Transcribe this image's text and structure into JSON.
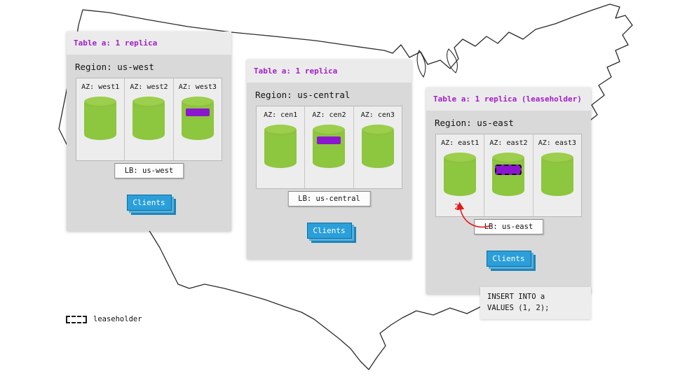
{
  "regions": [
    {
      "table_label": "Table a: 1 replica",
      "region_label": "Region: us-west",
      "azs": [
        {
          "label": "AZ: west1"
        },
        {
          "label": "AZ: west2"
        },
        {
          "label": "AZ: west3"
        }
      ],
      "lb_label": "LB: us-west",
      "clients_label": "Clients"
    },
    {
      "table_label": "Table a: 1 replica",
      "region_label": "Region: us-central",
      "azs": [
        {
          "label": "AZ: cen1"
        },
        {
          "label": "AZ: cen2"
        },
        {
          "label": "AZ: cen3"
        }
      ],
      "lb_label": "LB: us-central",
      "clients_label": "Clients"
    },
    {
      "table_label": "Table a: 1 replica (leaseholder)",
      "region_label": "Region: us-east",
      "azs": [
        {
          "label": "AZ: east1"
        },
        {
          "label": "AZ: east2"
        },
        {
          "label": "AZ: east3"
        }
      ],
      "lb_label": "LB: us-east",
      "clients_label": "Clients"
    }
  ],
  "note": {
    "line1": "INSERT INTO a",
    "line2": "VALUES (1, 2);"
  },
  "arrow": {
    "label": "2"
  },
  "legend": {
    "label": "leaseholder"
  },
  "icons": {
    "database": "database-cylinder",
    "replica": "replica-range-marker",
    "leaseholder": "leaseholder-range-marker"
  },
  "colors": {
    "replica_green": "#8dc63f",
    "replica_purple": "#8b16cf",
    "table_label_purple": "#a31ec9",
    "clients_blue": "#2b9fd9",
    "arrow_red": "#e11919",
    "panel_gray": "#d9d9d9",
    "header_gray": "#ebebeb"
  }
}
